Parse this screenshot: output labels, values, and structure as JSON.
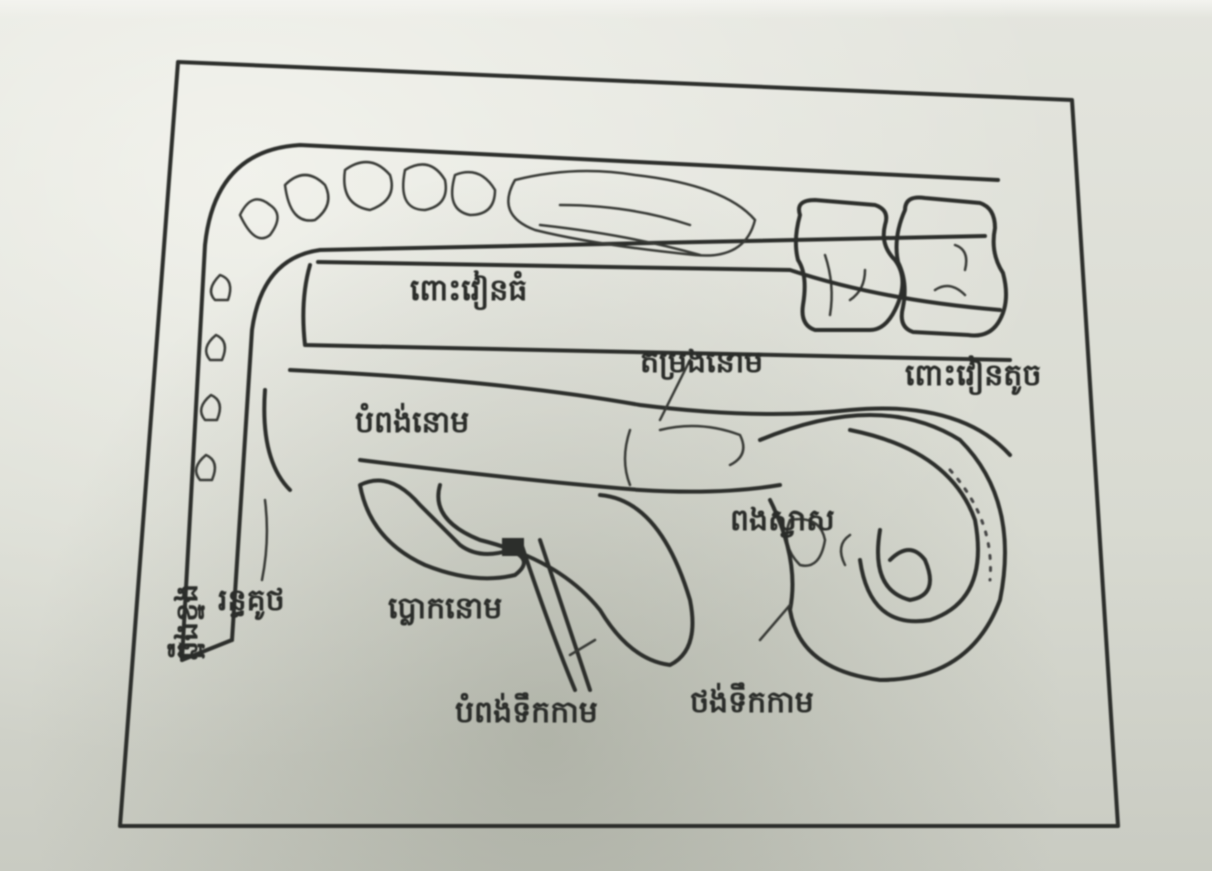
{
  "figure": {
    "labels": {
      "colon": "ពោះវៀនធំ",
      "small_intestine": "ពោះវៀនតូច",
      "kidney": "តម្រងនោម",
      "kidney_tube": "បំពង់នោម",
      "rectum": "រន្ធគូថ",
      "bladder": "ប្លោកនោម",
      "vas_deferens": "បំពង់ទឹកកាម",
      "seminal_vesicle": "ថង់ទឹកកាម",
      "testis": "ពងស្វាស",
      "penis": "លិង្គ",
      "backbone": "ឆ្អឹងខ្នង"
    }
  }
}
